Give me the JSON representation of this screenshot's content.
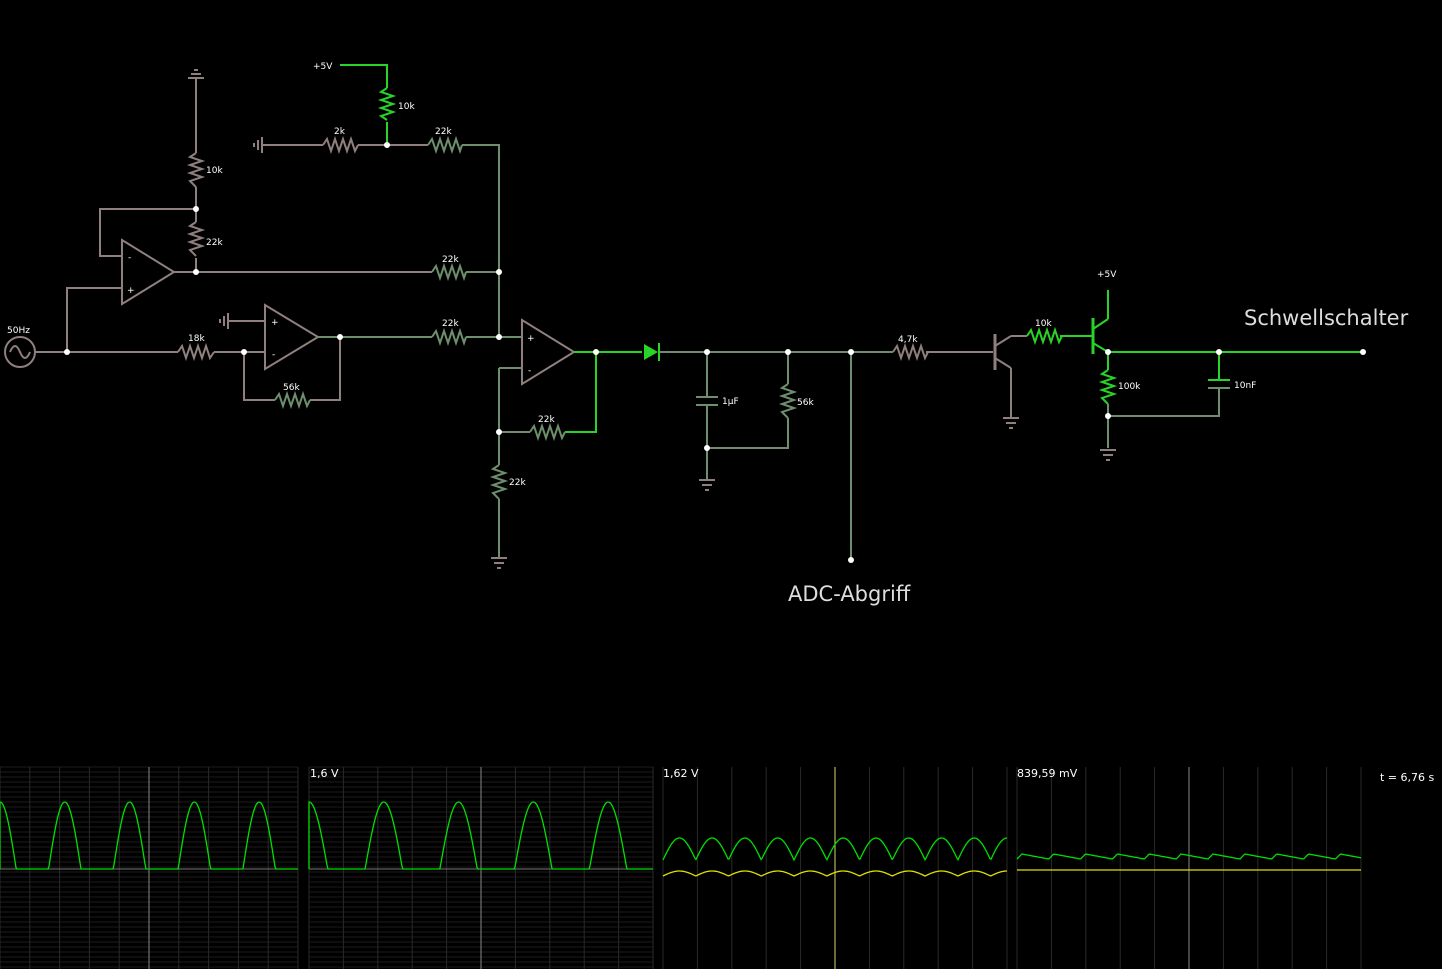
{
  "labels": {
    "source": "50Hz",
    "vcc_top": "+5V",
    "vcc_right": "+5V",
    "r_10k_top": "10k",
    "r_2k": "2k",
    "r_22k_a": "22k",
    "r_10k_left": "10k",
    "r_22k_fb1": "22k",
    "r_22k_mid": "22k",
    "r_22k_in2": "22k",
    "r_18k": "18k",
    "r_56k_fb": "56k",
    "r_22k_fb3": "22k",
    "r_22k_gnd": "22k",
    "c_1uF": "1µF",
    "r_56k": "56k",
    "r_4k7": "4,7k",
    "r_10k_base": "10k",
    "r_100k": "100k",
    "c_10nF": "10nF",
    "opamp_minus": "-",
    "opamp_plus": "+",
    "adc_label": "ADC-Abgriff",
    "schwell_label": "Schwellschalter"
  },
  "scopes": [
    {
      "label": ""
    },
    {
      "label": "1,6 V"
    },
    {
      "label": "1,62 V"
    },
    {
      "label": "839,59 mV"
    }
  ],
  "time_label": "t = 6,76 s",
  "colors": {
    "wire": "#8f7f7f",
    "wire_mid": "#6d8f6d",
    "wire_hi": "#28d428",
    "trace_green": "#00e000",
    "trace_yellow": "#e0e000"
  }
}
